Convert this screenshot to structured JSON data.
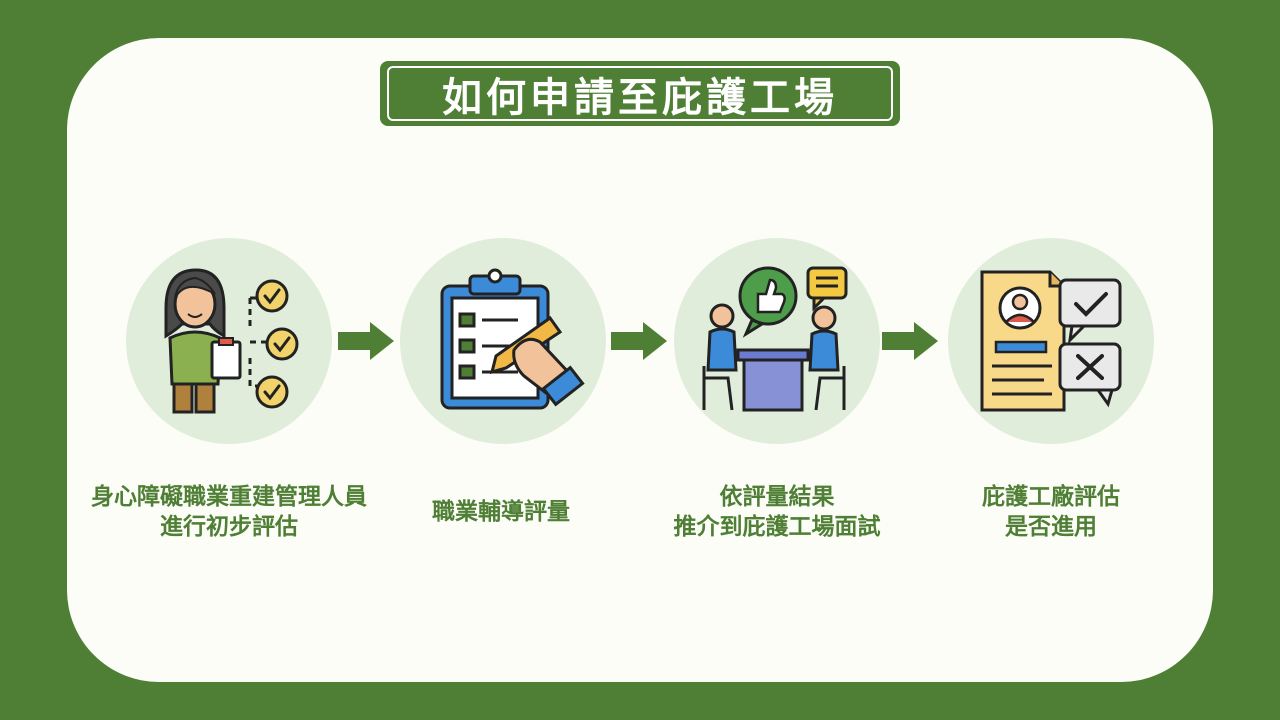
{
  "title": "如何申請至庇護工場",
  "colors": {
    "brand_green": "#4e7f35",
    "card_bg": "#fdfdf8",
    "circle_bg": "#e1eddb"
  },
  "steps": [
    {
      "icon": "evaluator-checklist-icon",
      "lines": [
        "身心障礙職業重建管理人員",
        "進行初步評估"
      ]
    },
    {
      "icon": "clipboard-checklist-icon",
      "lines": [
        "職業輔導評量"
      ]
    },
    {
      "icon": "interview-meeting-icon",
      "lines": [
        "依評量結果",
        "推介到庇護工場面試"
      ]
    },
    {
      "icon": "resume-approve-reject-icon",
      "lines": [
        "庇護工廠評估",
        "是否進用"
      ]
    }
  ]
}
